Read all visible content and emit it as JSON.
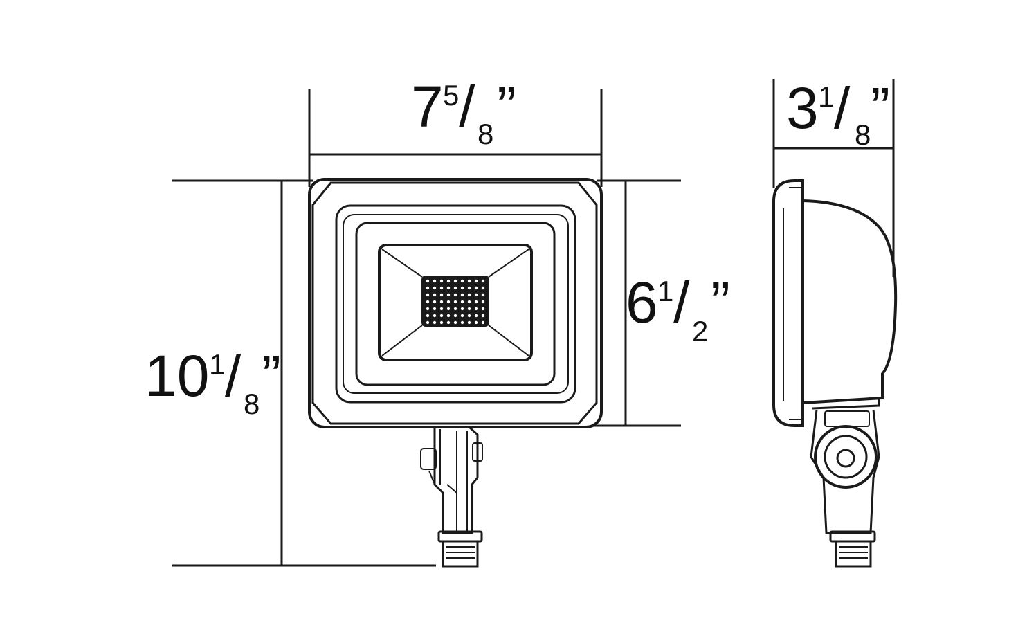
{
  "dimensions": {
    "width": {
      "whole": "7",
      "numerator": "5",
      "denominator": "8",
      "unit": "”"
    },
    "height_head": {
      "whole": "6",
      "numerator": "1",
      "denominator": "2",
      "unit": "”"
    },
    "height_overall": {
      "whole": "10",
      "numerator": "1",
      "denominator": "8",
      "unit": "”"
    },
    "depth": {
      "whole": "3",
      "numerator": "1",
      "denominator": "8",
      "unit": "”"
    }
  },
  "colors": {
    "line": "#1a1a1a",
    "background": "#ffffff"
  }
}
